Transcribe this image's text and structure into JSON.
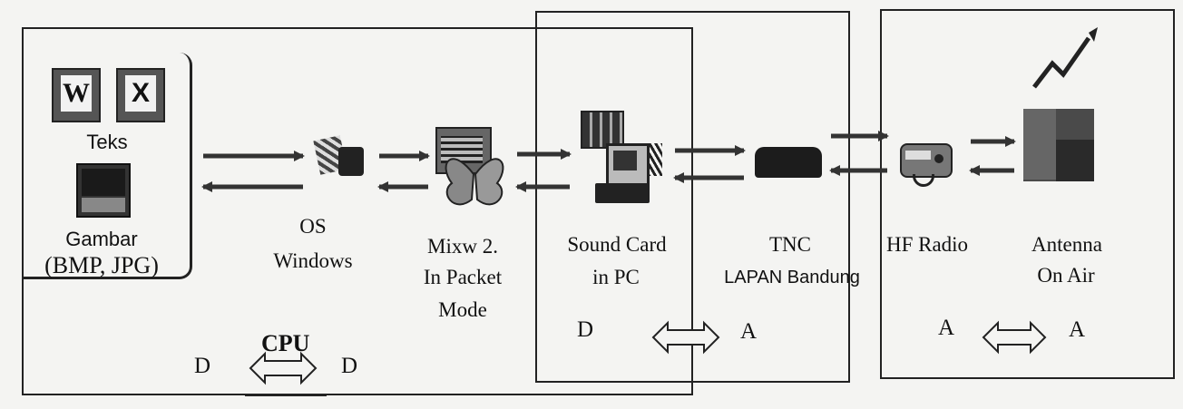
{
  "apps": {
    "teks": "Teks",
    "gambar": "Gambar",
    "gambar_formats": "(BMP, JPG)"
  },
  "nodes": {
    "os": [
      "OS",
      "Windows"
    ],
    "mixw": [
      "Mixw 2.",
      "In Packet",
      "Mode"
    ],
    "soundcard": [
      "Sound Card",
      "in PC"
    ],
    "tnc": [
      "TNC",
      "LAPAN Bandung"
    ],
    "radio": [
      "HF Radio"
    ],
    "antenna": [
      "Antenna",
      "On Air"
    ]
  },
  "conversions": {
    "cpu_label": "CPU",
    "cpu_left": "D",
    "cpu_right": "D",
    "soundcard_left": "D",
    "soundcard_right": "A",
    "radio_left": "A",
    "radio_right": "A"
  },
  "icons": [
    "word-icon",
    "excel-icon",
    "image-icon",
    "os-windows-icon",
    "mixw-icon",
    "soundcard-pc-icon",
    "tnc-icon",
    "hf-radio-icon",
    "antenna-icon",
    "signal-lightning-icon"
  ]
}
